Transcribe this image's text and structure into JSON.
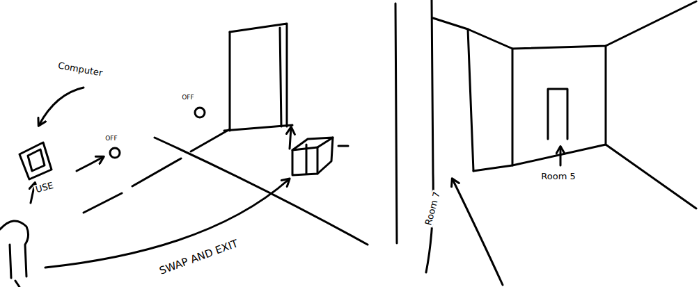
{
  "diagram": {
    "labels": [
      "Computer",
      "USE",
      "OFF",
      "OFF",
      "SWAP AND EXIT",
      "Room 7",
      "Room 5"
    ]
  }
}
